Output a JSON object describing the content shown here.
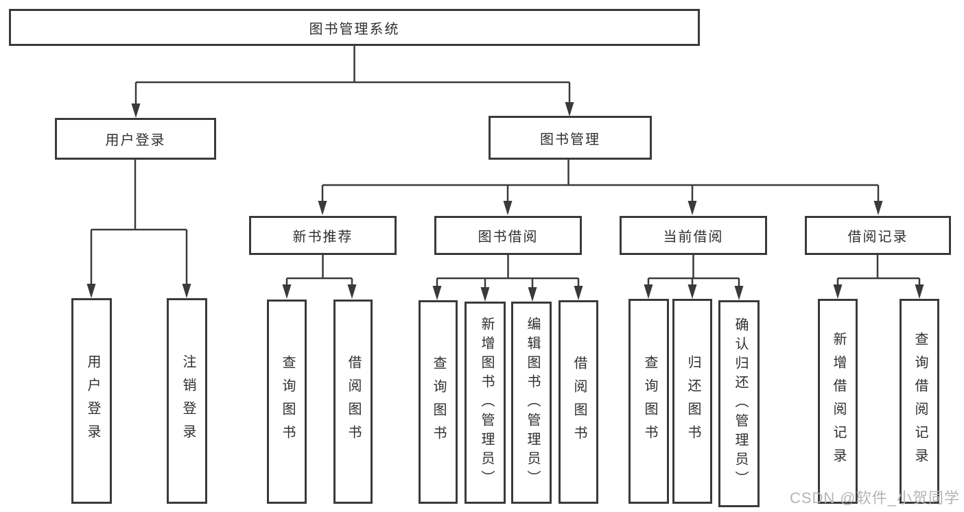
{
  "diagram": {
    "colors": {
      "line": "#3a3a3a",
      "text": "#2f2f2f",
      "fill": "#ffffff",
      "watermark": "#b5b5b5",
      "background": "#ffffff"
    },
    "nodes": {
      "root": "图书管理系统",
      "user_login": "用户登录",
      "book_mgmt": "图书管理",
      "new_books": "新书推荐",
      "book_borrow": "图书借阅",
      "current_borrow": "当前借阅",
      "borrow_records": "借阅记录",
      "leaf_user_login": "用户登录",
      "leaf_logout": "注销登录",
      "leaf_nb_query": "查询图书",
      "leaf_nb_borrow": "借阅图书",
      "leaf_bb_query": "查询图书",
      "leaf_bb_add": "新增图书（管理员）",
      "leaf_bb_edit": "编辑图书（管理员）",
      "leaf_bb_borrow": "借阅图书",
      "leaf_cb_query": "查询图书",
      "leaf_cb_return": "归还图书",
      "leaf_cb_confirm": "确认归还（管理员）",
      "leaf_br_add": "新增借阅记录",
      "leaf_br_query": "查询借阅记录"
    },
    "watermark": "CSDN @软件_小贺同学"
  }
}
